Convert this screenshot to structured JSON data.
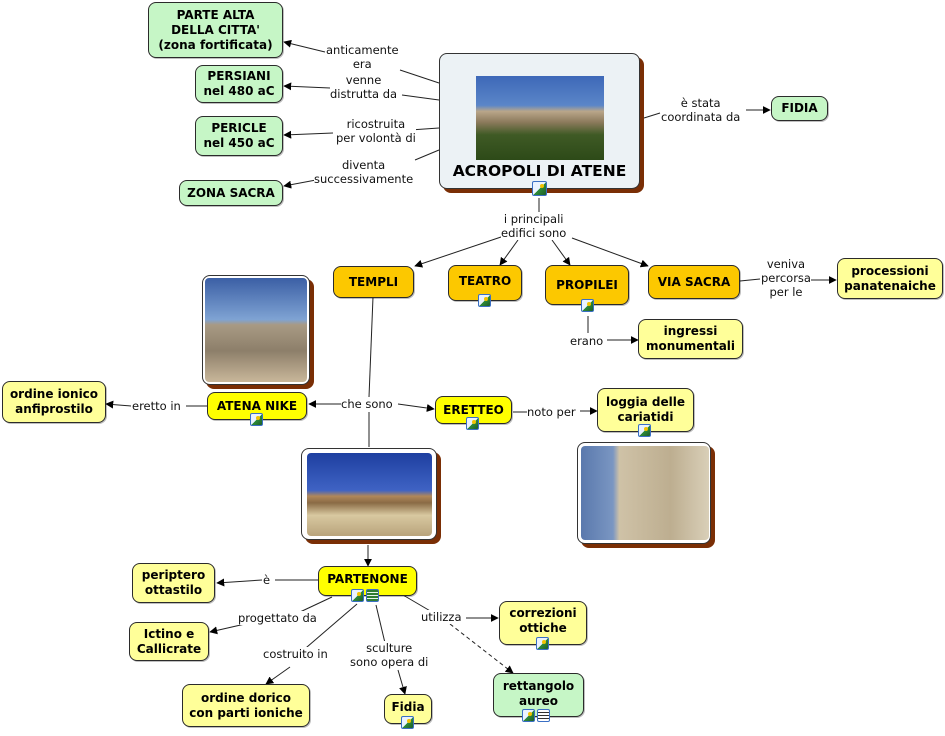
{
  "central": {
    "title": "ACROPOLI DI ATENE",
    "image": "acropolis-photo",
    "icon": "image-icon"
  },
  "nodes": {
    "parte_alta": "PARTE ALTA\nDELLA CITTA'\n(zona  fortificata)",
    "persiani": "PERSIANI\nnel 480 aC",
    "pericle": "PERICLE\nnel 450 aC",
    "zona_sacra": "ZONA SACRA",
    "fidia_top": "FIDIA",
    "templi": "TEMPLI",
    "teatro": "TEATRO",
    "propilei": "PROPILEI",
    "via_sacra": "VIA SACRA",
    "processioni": "processioni\npanatenaiche",
    "ingressi": "ingressi\nmonumentali",
    "atena_nike": "ATENA NIKE",
    "ordine_ionico": "ordine ionico\nanfiprostilo",
    "eretteo": "ERETTEO",
    "loggia": "loggia delle\ncariatidi",
    "partenone": "PARTENONE",
    "periptero": "periptero\nottastilo",
    "ictino": "Ictino e\nCallicrate",
    "ordine_dorico": "ordine dorico\ncon parti ioniche",
    "fidia": "Fidia",
    "correzioni": "correzioni\nottiche",
    "rettangolo": "rettangolo\naureo"
  },
  "links": {
    "anticamente": "anticamente\nera",
    "venne": "venne\ndistrutta da",
    "ricostruita": "ricostruita\nper volontà di",
    "diventa": "diventa\nsuccessivamente",
    "coordinata": "è stata\ncoordinata da",
    "principali": "i principali\nedifici sono",
    "veniva": "veniva\npercorsa\nper le",
    "erano": "erano",
    "eretto": "eretto in",
    "che_sono": "che sono",
    "noto_per": "noto per",
    "e": "è",
    "progettato": "progettato da",
    "costruito": "costruito in",
    "sculture": "sculture\nsono opera di",
    "utilizza": "utilizza"
  },
  "colors": {
    "green_node": "#c6f6c6",
    "orange_node": "#fcc800",
    "yellow_node": "#ffff00",
    "pale_node": "#ffff99",
    "shadow": "#7a2e05"
  }
}
